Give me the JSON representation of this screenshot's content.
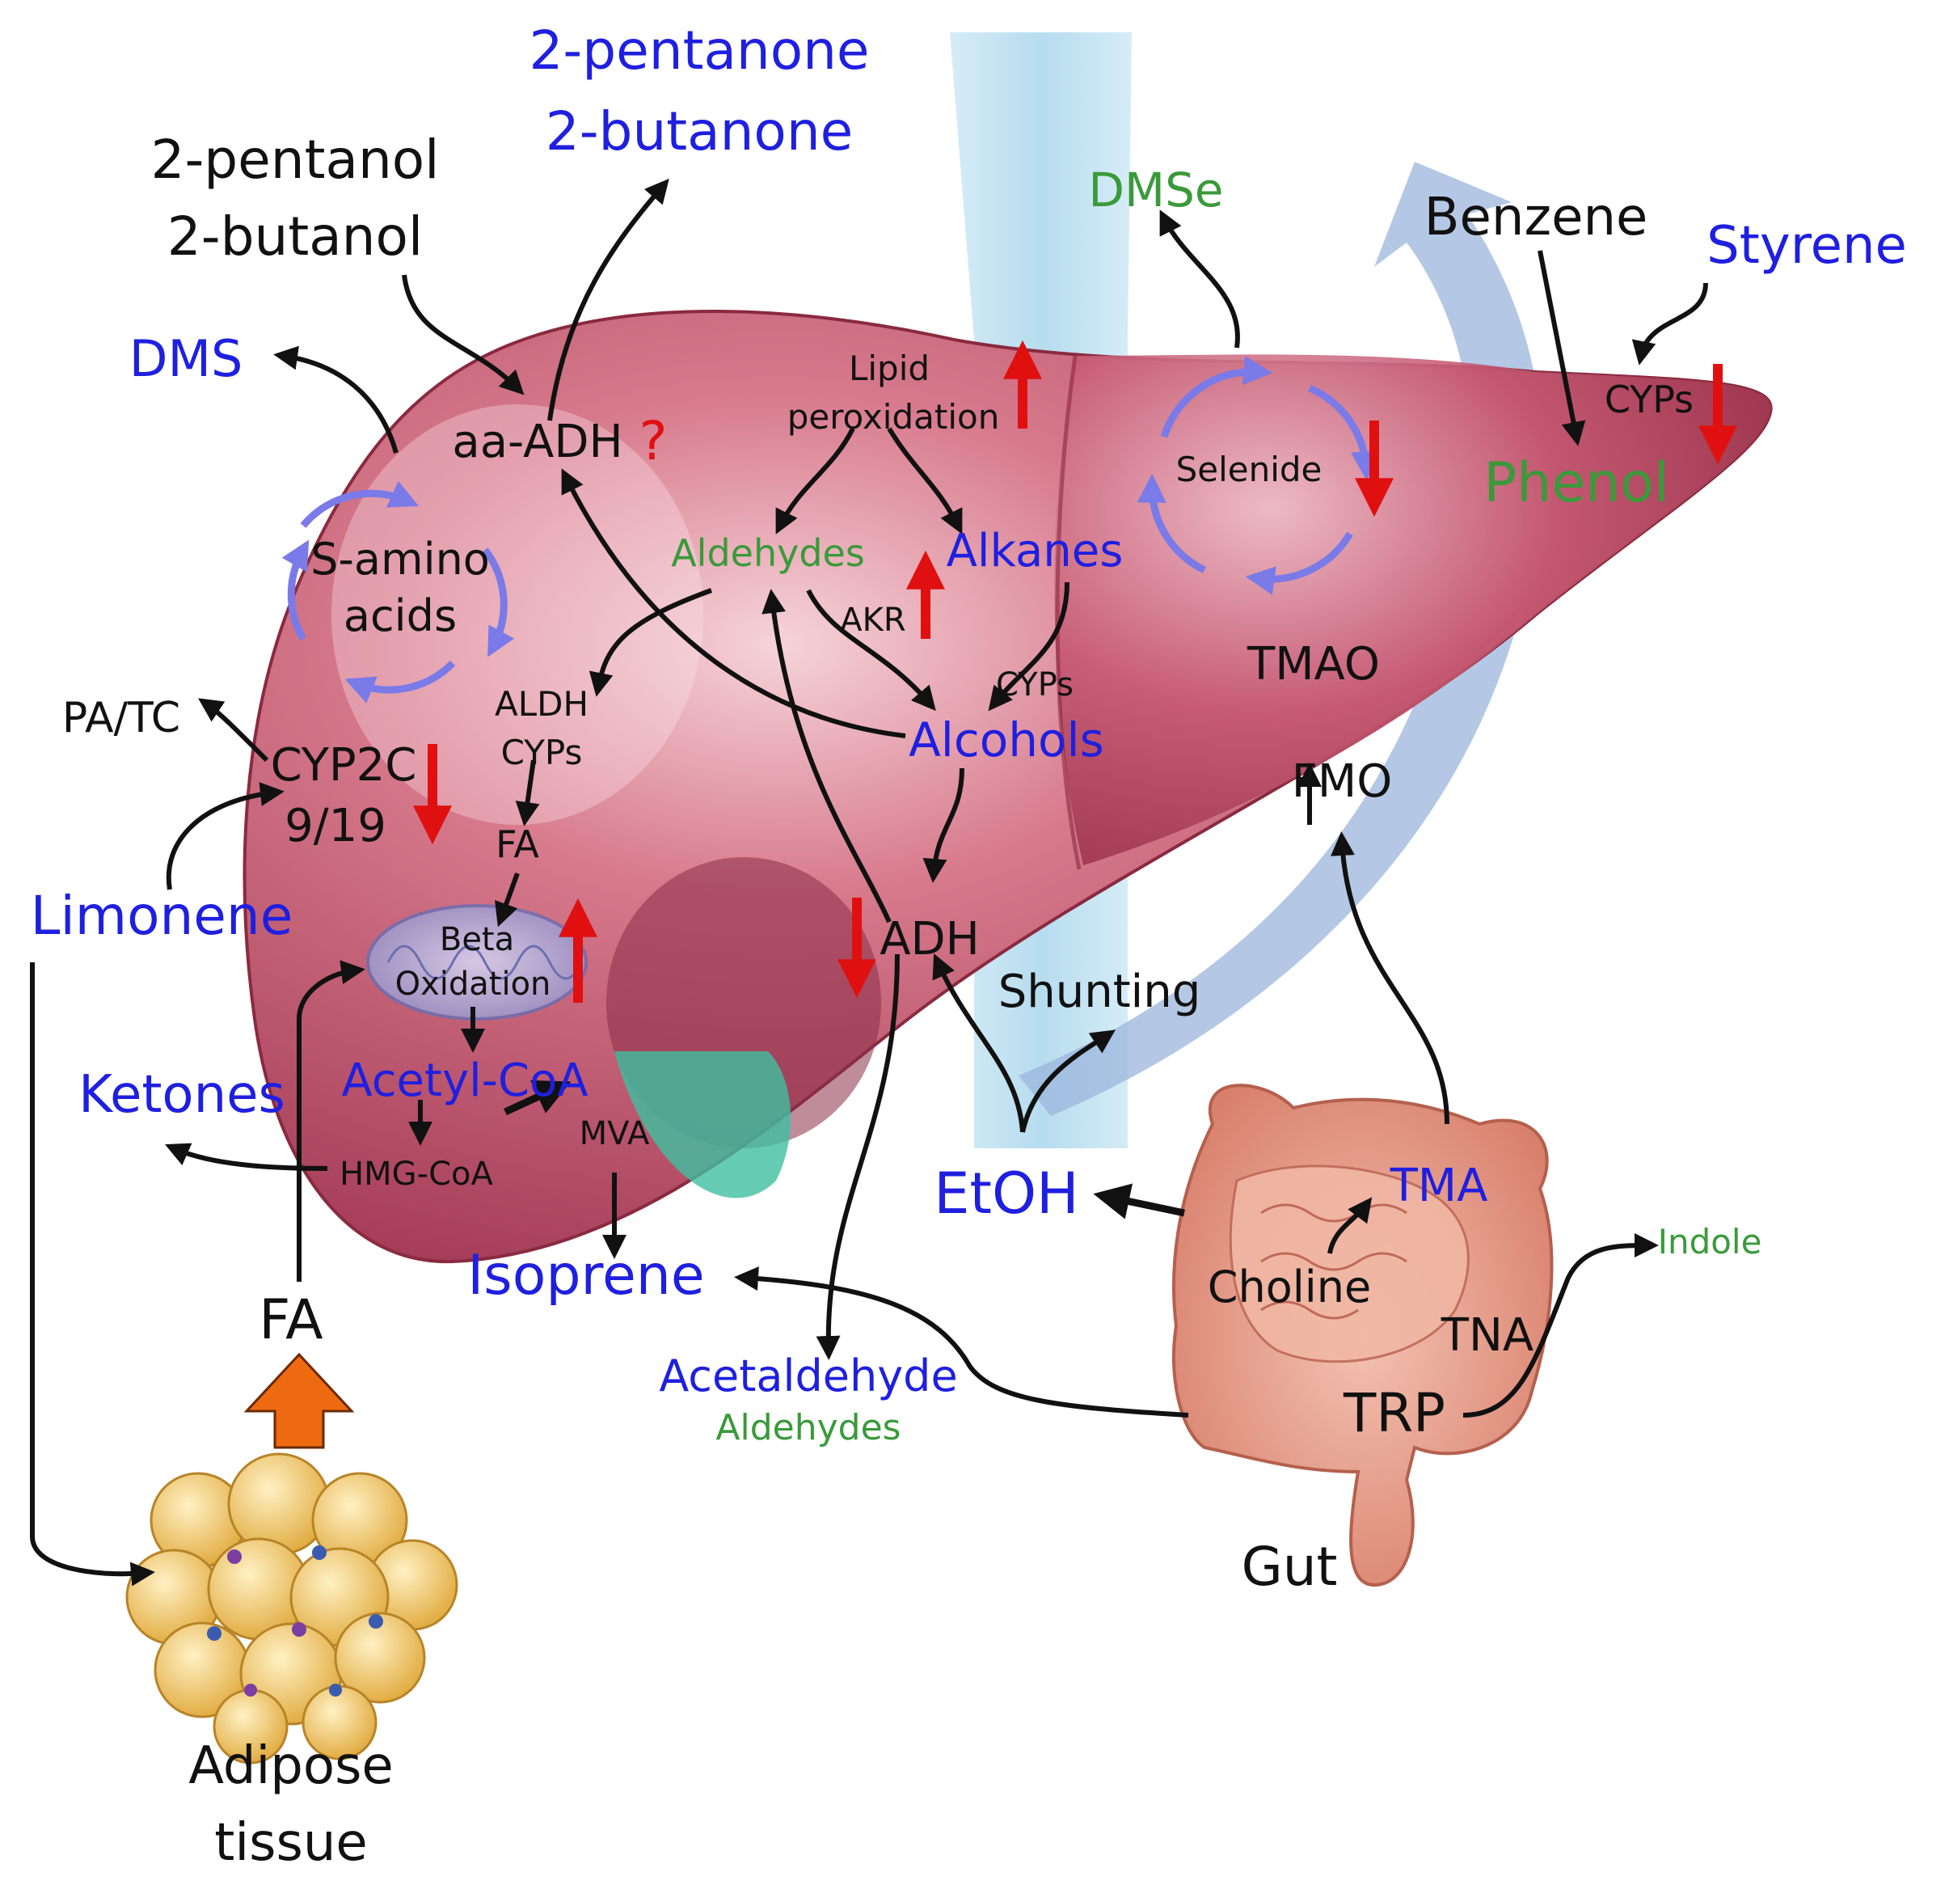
{
  "colors": {
    "blue": "#1f1fe0",
    "green": "#3a9a3a",
    "black": "#111111",
    "red": "#e01010",
    "liver": "#b8475f",
    "liver_light": "#e6a0ae",
    "orange": "#ee6a10",
    "gut": "#e89a86",
    "fat": "#f2c66a",
    "cycle": "#7a7ae8"
  },
  "labels": {
    "pentanone": "2-pentanone",
    "butanone": "2-butanone",
    "pentanol": "2-pentanol",
    "butanol": "2-butanol",
    "dmse": "DMSe",
    "benzene": "Benzene",
    "styrene": "Styrene",
    "dms": "DMS",
    "aa_adh": "aa-ADH",
    "question": "?",
    "lipid": "Lipid",
    "peroxidation": "peroxidation",
    "selenide": "Selenide",
    "cyps_right": "CYPs",
    "phenol": "Phenol",
    "s_amino": "S-amino",
    "acids": "acids",
    "aldehydes_liver": "Aldehydes",
    "alkanes": "Alkanes",
    "akr": "AKR",
    "cyps_mid": "CYPs",
    "tmao": "TMAO",
    "aldh": "ALDH",
    "cyps_left": "CYPs",
    "pa_tc": "PA/TC",
    "cyp2c": "CYP2C",
    "cyp_919": "9/19",
    "alcohols": "Alcohols",
    "fmo": "FMO",
    "fa_liver": "FA",
    "limonene": "Limonene",
    "beta": "Beta",
    "oxidation": "Oxidation",
    "adh": "ADH",
    "shunting": "Shunting",
    "ketones": "Ketones",
    "acetyl_coa": "Acetyl-CoA",
    "mva": "MVA",
    "hmg_coa": "HMG-CoA",
    "etoh": "EtOH",
    "tma": "TMA",
    "indole": "Indole",
    "isoprene": "Isoprene",
    "choline": "Choline",
    "fa_adipose": "FA",
    "tna": "TNA",
    "acetaldehyde": "Acetaldehyde",
    "aldehydes_bottom": "Aldehydes",
    "trp": "TRP",
    "gut": "Gut",
    "adipose": "Adipose",
    "tissue": "tissue"
  }
}
